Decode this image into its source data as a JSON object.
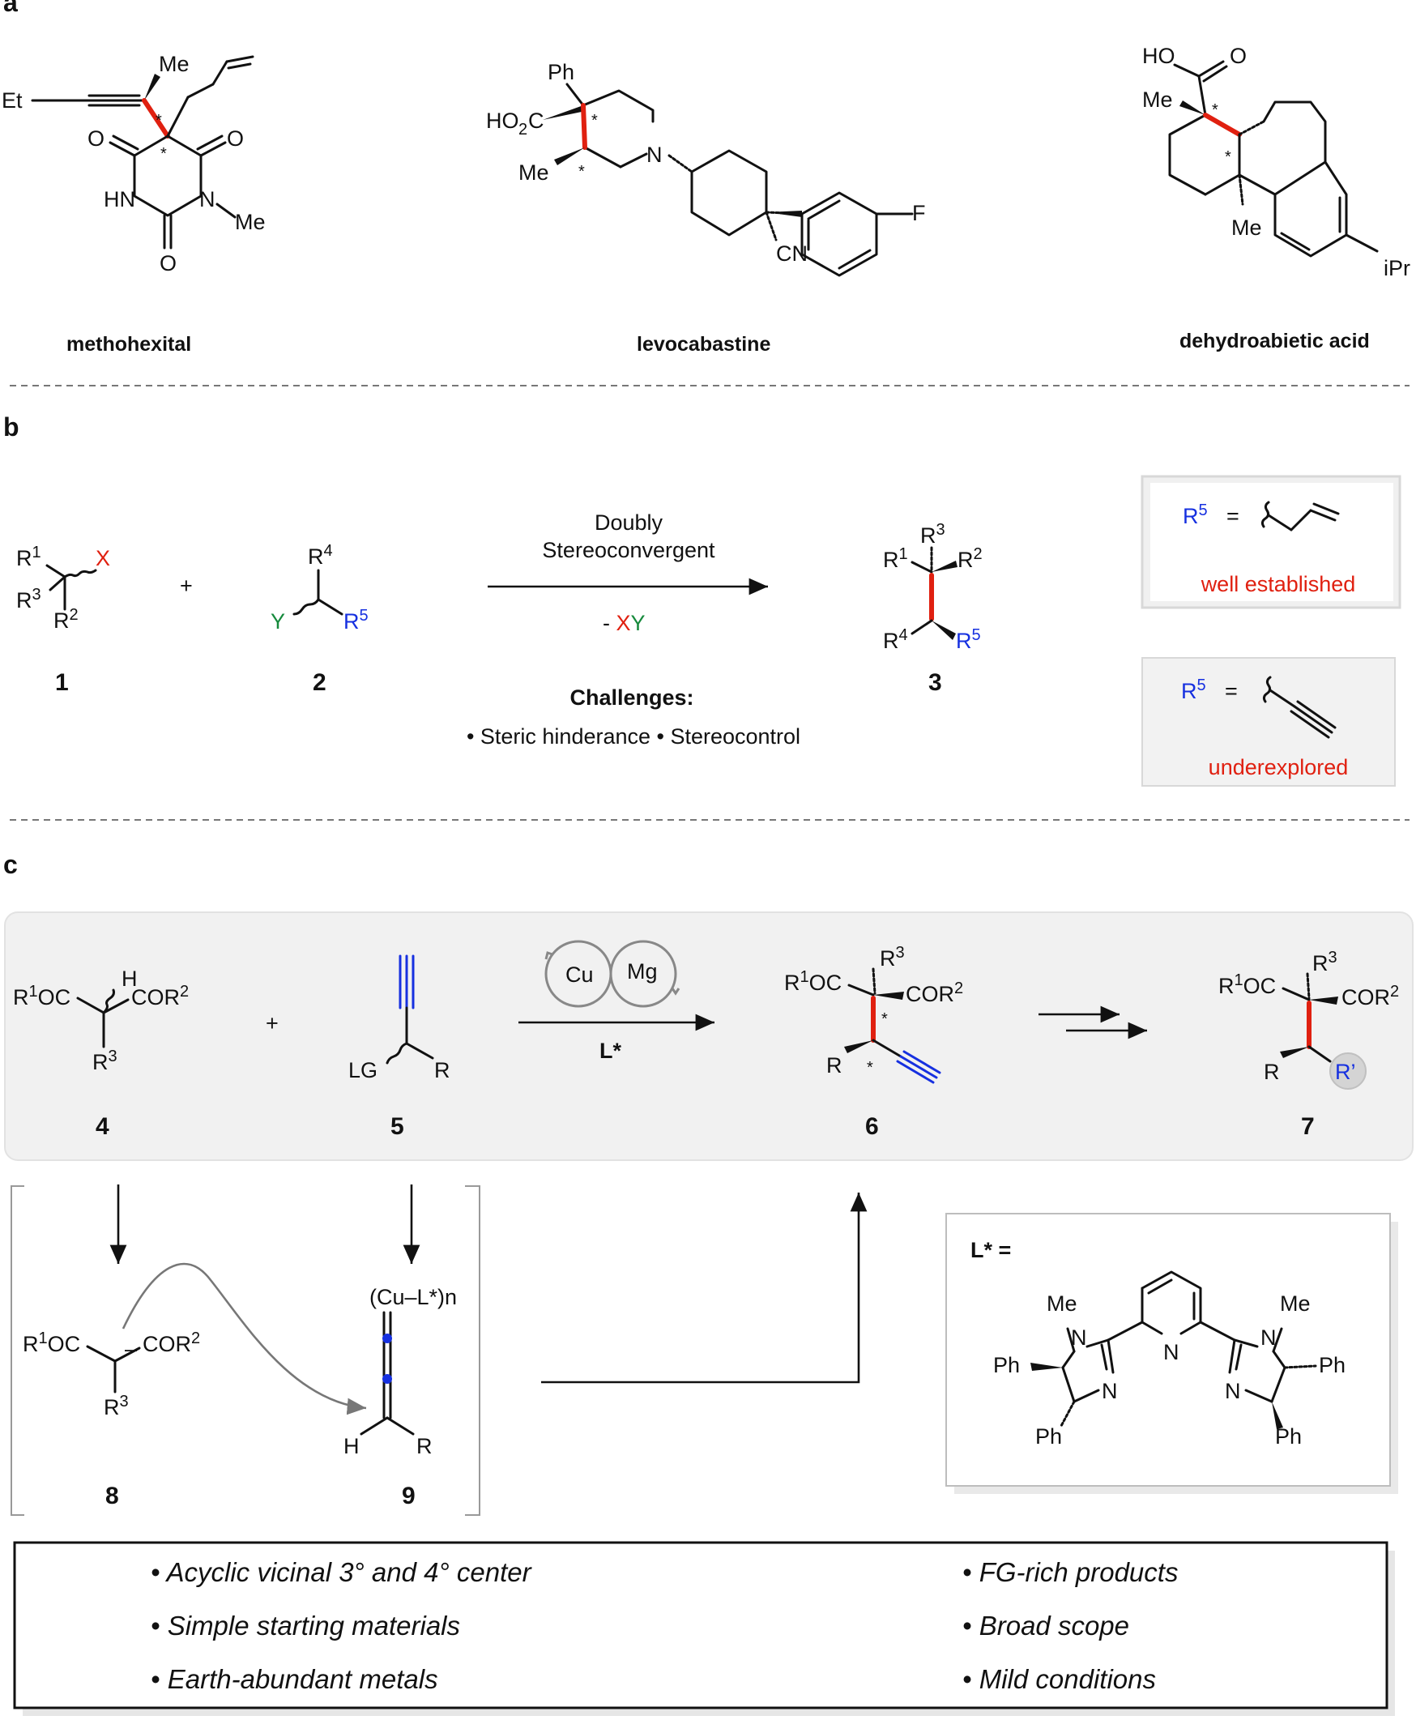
{
  "panels": {
    "a": "a",
    "b": "b",
    "c": "c"
  },
  "panel_a": {
    "compounds": [
      "methohexital",
      "levocabastine",
      "dehydroabietic acid"
    ],
    "atoms": {
      "me": "Me",
      "et": "Et",
      "o": "O",
      "hn": "HN",
      "n": "N",
      "ph": "Ph",
      "ho2c": "HO",
      "c": "C",
      "cn": "CN",
      "f": "F",
      "ho": "HO",
      "ipr": "iPr",
      "star": "*"
    }
  },
  "panel_b": {
    "arrow_top": [
      "Doubly",
      "Stereoconvergent"
    ],
    "arrow_bottom": [
      "- ",
      "X",
      "Y"
    ],
    "challenges_title": "Challenges:",
    "challenges": "• Steric hinderance  • Stereocontrol",
    "compounds": [
      "1",
      "2",
      "3"
    ],
    "plus": "+",
    "box1": {
      "label": "R",
      "sup": "5",
      "eq": "=",
      "status": "well established"
    },
    "box2": {
      "label": "R",
      "sup": "5",
      "eq": "=",
      "status": "underexplored"
    },
    "atoms": {
      "r": "R",
      "x": "X",
      "y": "Y",
      "s1": "1",
      "s2": "2",
      "s3": "3",
      "s4": "4",
      "s5": "5"
    }
  },
  "panel_c": {
    "compounds": [
      "4",
      "5",
      "6",
      "7",
      "8",
      "9"
    ],
    "plus": "+",
    "catalysts": [
      "Cu",
      "Mg"
    ],
    "ligand_label": "L*",
    "ligand_box_title": "L* =",
    "cu_complex": "(Cu–L*)n",
    "atoms": {
      "r1oc": "OC",
      "cor": "COR",
      "h": "H",
      "lg": "LG",
      "r": "R",
      "rprime": "R’",
      "minus": "–",
      "me": "Me",
      "n": "N",
      "ph": "Ph",
      "star": "*"
    }
  },
  "features": {
    "left": [
      "• Acyclic vicinal 3° and 4° center",
      "• Simple starting materials",
      "• Earth-abundant metals"
    ],
    "right": [
      "• FG-rich products",
      "• Broad scope",
      "• Mild conditions"
    ]
  },
  "colors": {
    "accent_red": "#e02010",
    "accent_blue": "#1630e0",
    "accent_green": "#168a3c"
  }
}
